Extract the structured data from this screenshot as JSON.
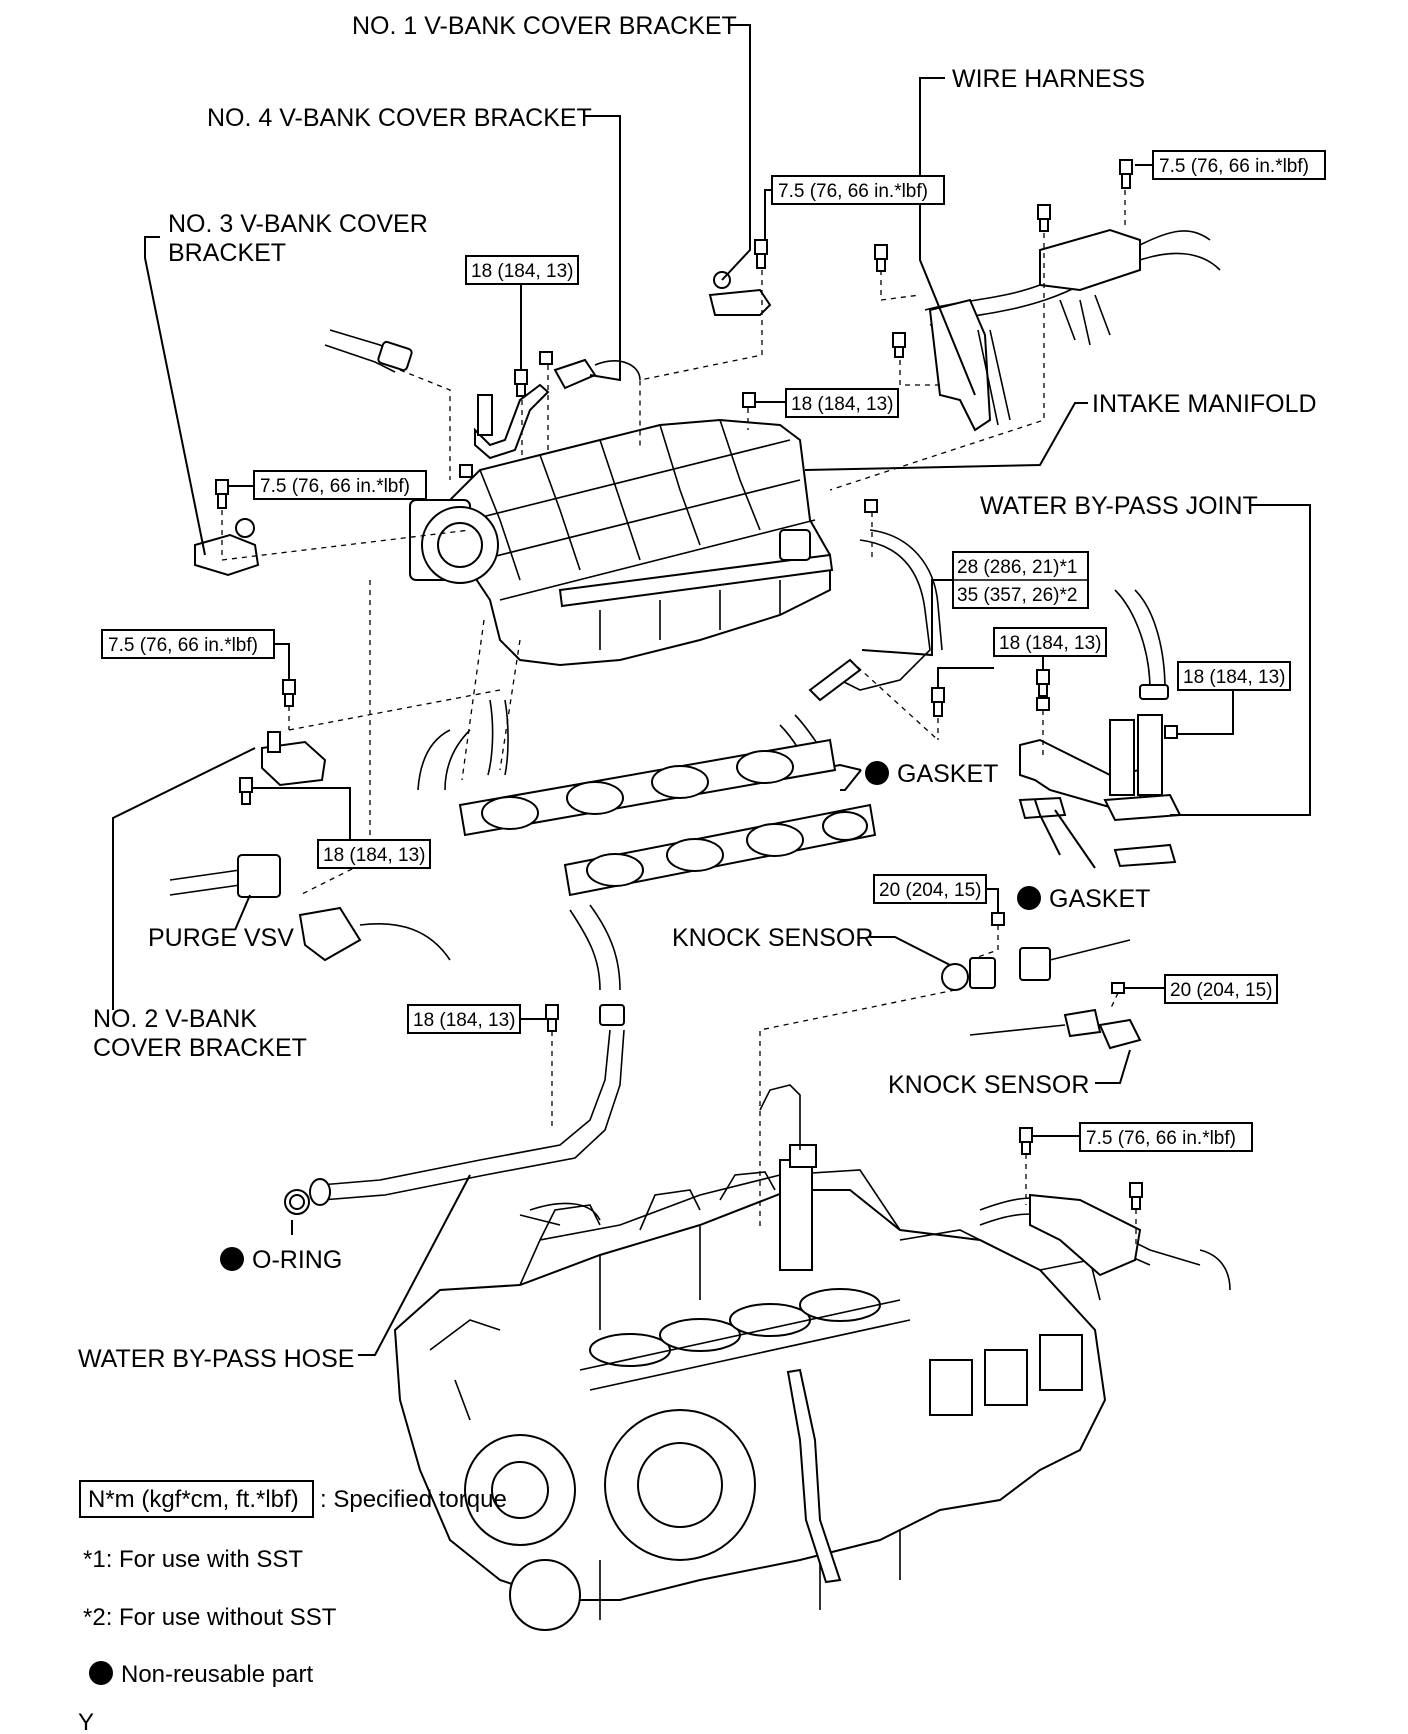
{
  "labels": {
    "v_bank_1": "NO. 1 V-BANK COVER BRACKET",
    "v_bank_4": "NO. 4 V-BANK COVER BRACKET",
    "v_bank_3_line1": "NO. 3 V-BANK COVER",
    "v_bank_3_line2": "BRACKET",
    "wire_harness": "WIRE HARNESS",
    "intake_manifold": "INTAKE MANIFOLD",
    "water_bypass_joint": "WATER BY-PASS JOINT",
    "gasket": "GASKET",
    "purge_vsv": "PURGE VSV",
    "v_bank_2_line1": "NO. 2 V-BANK",
    "v_bank_2_line2": "COVER BRACKET",
    "knock_sensor": "KNOCK SENSOR",
    "o_ring": "O-RING",
    "water_bypass_hose": "WATER BY-PASS HOSE"
  },
  "torque_specs": {
    "t_7_5": "7.5 (76, 66 in.*lbf)",
    "t_18": "18 (184, 13)",
    "t_28": "28 (286, 21)*1",
    "t_35": "35 (357, 26)*2",
    "t_20": "20 (204, 15)"
  },
  "legend": {
    "torque_box": "N*m (kgf*cm, ft.*lbf)",
    "torque_desc": ": Specified torque",
    "note1": "*1: For use with SST",
    "note2": "*2: For use without SST",
    "nonreusable": "Non-reusable part"
  },
  "corner_mark": "Y"
}
